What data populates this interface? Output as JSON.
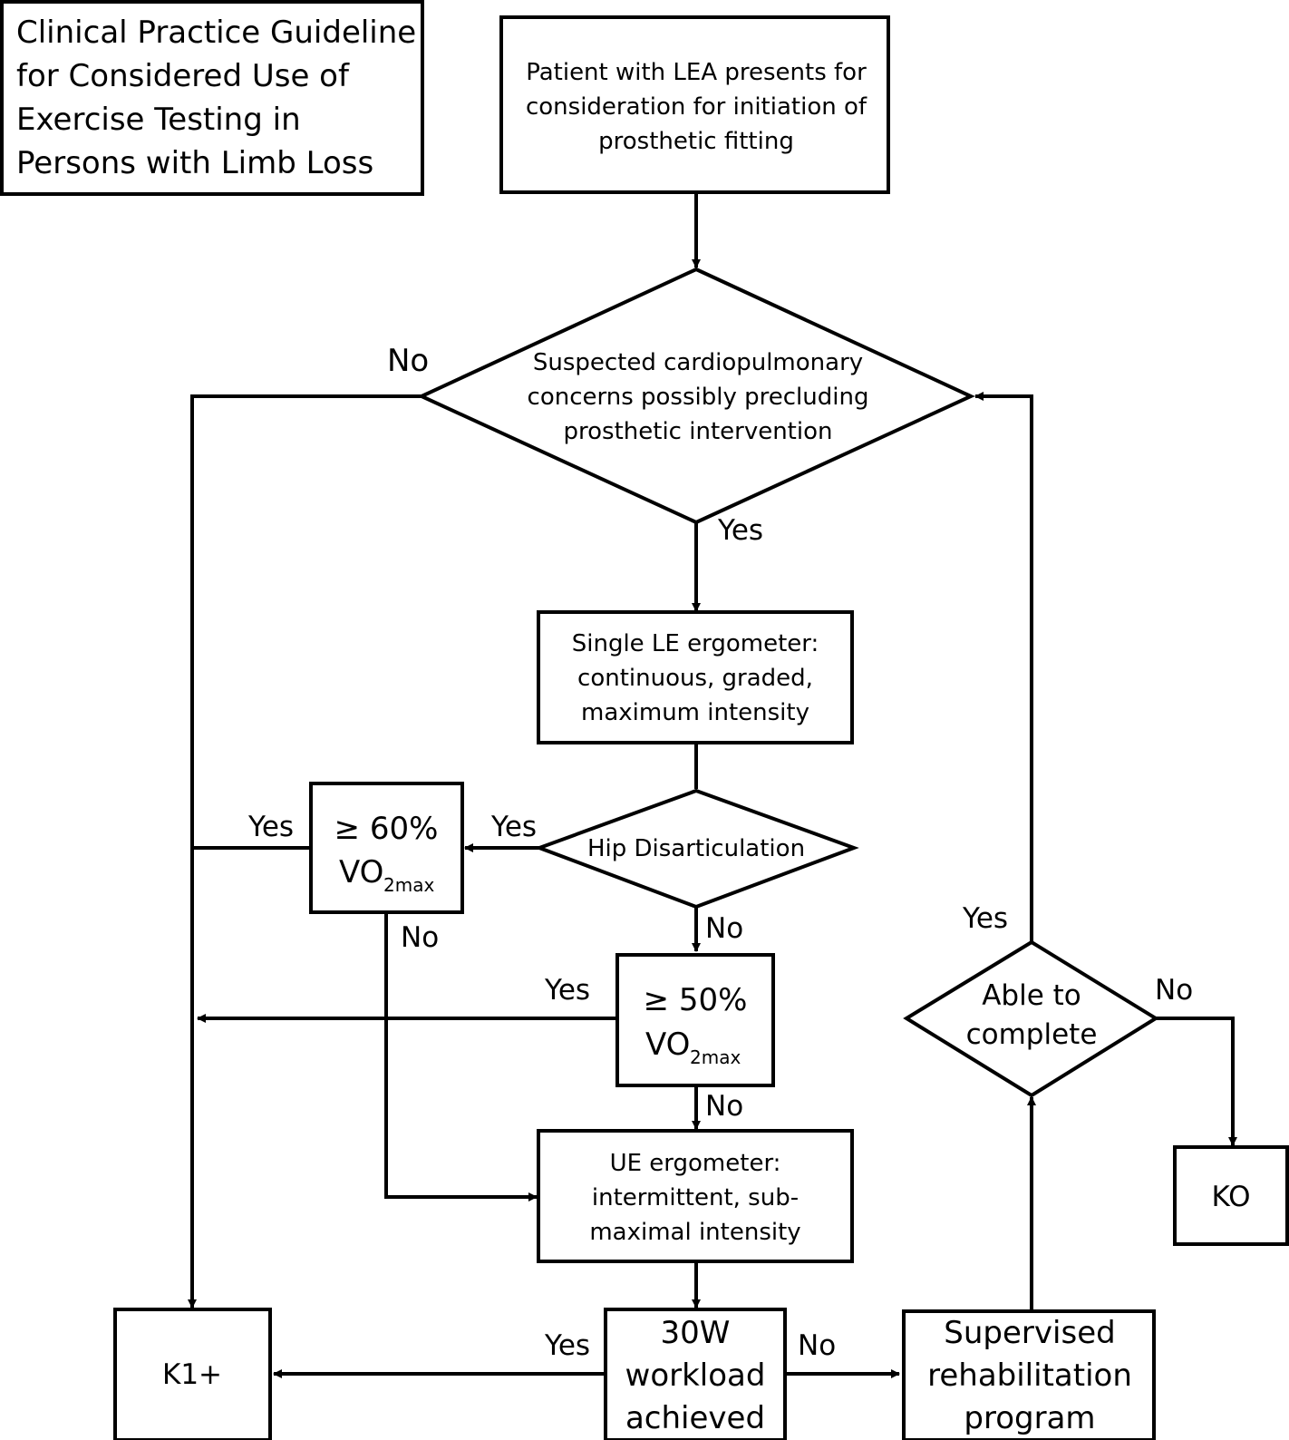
{
  "title": {
    "lines": [
      "Clinical Practice Guideline",
      "for Considered Use of",
      "Exercise Testing in",
      "Persons with Limb Loss"
    ]
  },
  "nodes": {
    "start": {
      "lines": [
        "Patient with LEA presents for",
        "consideration for initiation of",
        "prosthetic fitting"
      ]
    },
    "cardio": {
      "lines": [
        "Suspected cardiopulmonary",
        "concerns possibly precluding",
        "prosthetic intervention"
      ]
    },
    "single_le": {
      "lines": [
        "Single LE ergometer:",
        "continuous, graded,",
        "maximum intensity"
      ]
    },
    "hip": {
      "lines": [
        "Hip Disarticulation"
      ]
    },
    "vo60": {
      "pct": "≥ 60%",
      "vo": "VO",
      "sub": "2max"
    },
    "vo50": {
      "pct": "≥ 50%",
      "vo": "VO",
      "sub": "2max"
    },
    "ue": {
      "lines": [
        "UE ergometer:",
        "intermittent, sub-",
        "maximal intensity"
      ]
    },
    "workload": {
      "lines": [
        "30W",
        "workload",
        "achieved"
      ]
    },
    "k1": {
      "lines": [
        "K1+"
      ]
    },
    "rehab": {
      "lines": [
        "Supervised",
        "rehabilitation",
        "program"
      ]
    },
    "able": {
      "lines": [
        "Able to",
        "complete"
      ]
    },
    "k0": {
      "lines": [
        "KO"
      ]
    }
  },
  "edge_labels": {
    "cardio_no": "No",
    "cardio_yes": "Yes",
    "hip_yes": "Yes",
    "hip_no": "No",
    "vo60_yes": "Yes",
    "vo60_no": "No",
    "vo50_yes": "Yes",
    "vo50_no": "No",
    "workload_yes": "Yes",
    "workload_no": "No",
    "able_yes": "Yes",
    "able_no": "No"
  }
}
